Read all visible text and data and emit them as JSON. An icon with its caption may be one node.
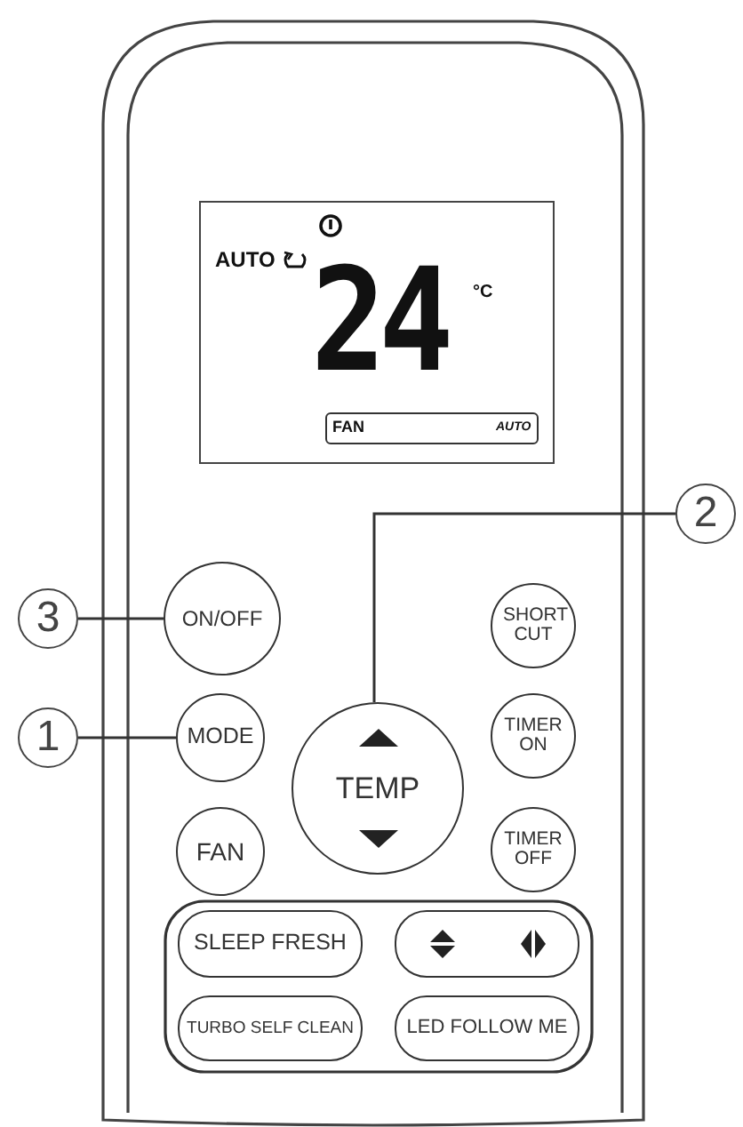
{
  "diagram": {
    "nodes": [
      {
        "text": [
          "AUTO",
          "24",
          "°C",
          "FAN",
          "AUTO"
        ]
      },
      {
        "text": [
          "2"
        ]
      },
      {
        "text": [
          "3"
        ]
      },
      {
        "text": [
          "ON/OFF"
        ]
      },
      {
        "text": [
          "SHORT CUT"
        ]
      },
      {
        "text": [
          "1"
        ]
      },
      {
        "text": [
          "MODE"
        ]
      },
      {
        "text": [
          "TEMP"
        ]
      },
      {
        "text": [
          "TIMER ON"
        ]
      },
      {
        "text": [
          "FAN"
        ]
      },
      {
        "text": [
          "TIMER OFF"
        ]
      },
      {
        "text": [
          "SLEEP FRESH"
        ]
      },
      {
        "text": [],
        "shape": "box"
      },
      {
        "text": [
          "TURBO SELF CLEAN"
        ]
      },
      {
        "text": [
          "LED FOLLOW ME"
        ]
      }
    ],
    "edges": [
      {
        "from": 2,
        "to": 3,
        "arrow": "none"
      },
      {
        "from": 5,
        "to": 6,
        "arrow": "none"
      },
      {
        "from": 1,
        "to": 7,
        "arrow": "none"
      }
    ]
  }
}
